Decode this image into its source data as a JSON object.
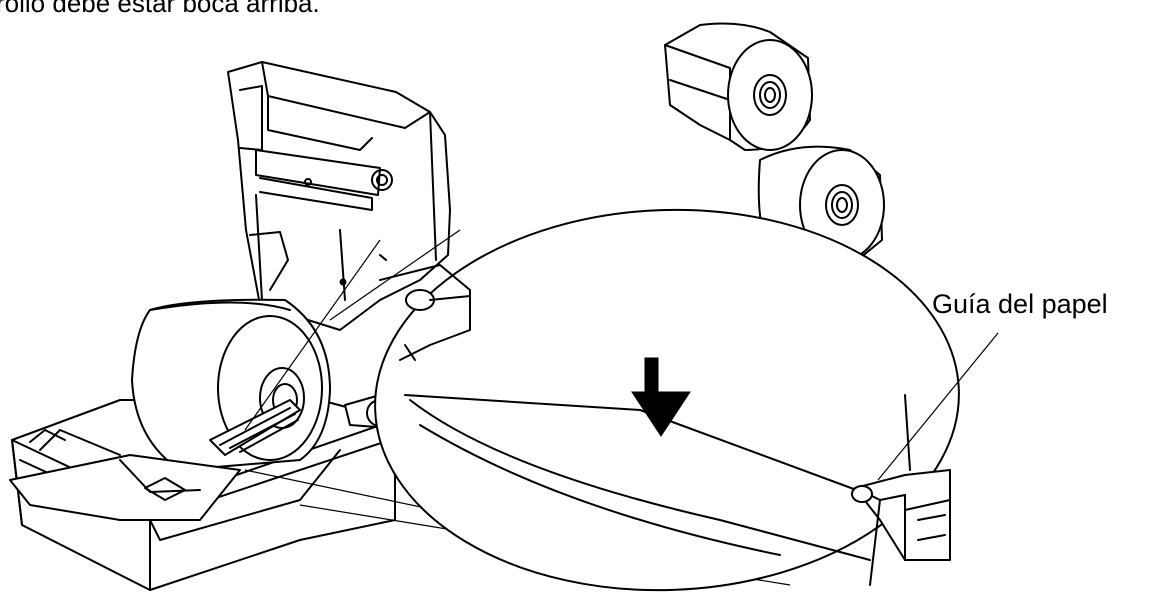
{
  "figure": {
    "top_caption": "rollo debe estar boca arriba.",
    "paper_guide_label": "Guía del papel"
  },
  "icons": {
    "printer": "open-label-printer-illustration",
    "rolls": "label-roll-icons",
    "arrow": "down-arrow-icon",
    "magnifier": "zoom-ellipse"
  }
}
